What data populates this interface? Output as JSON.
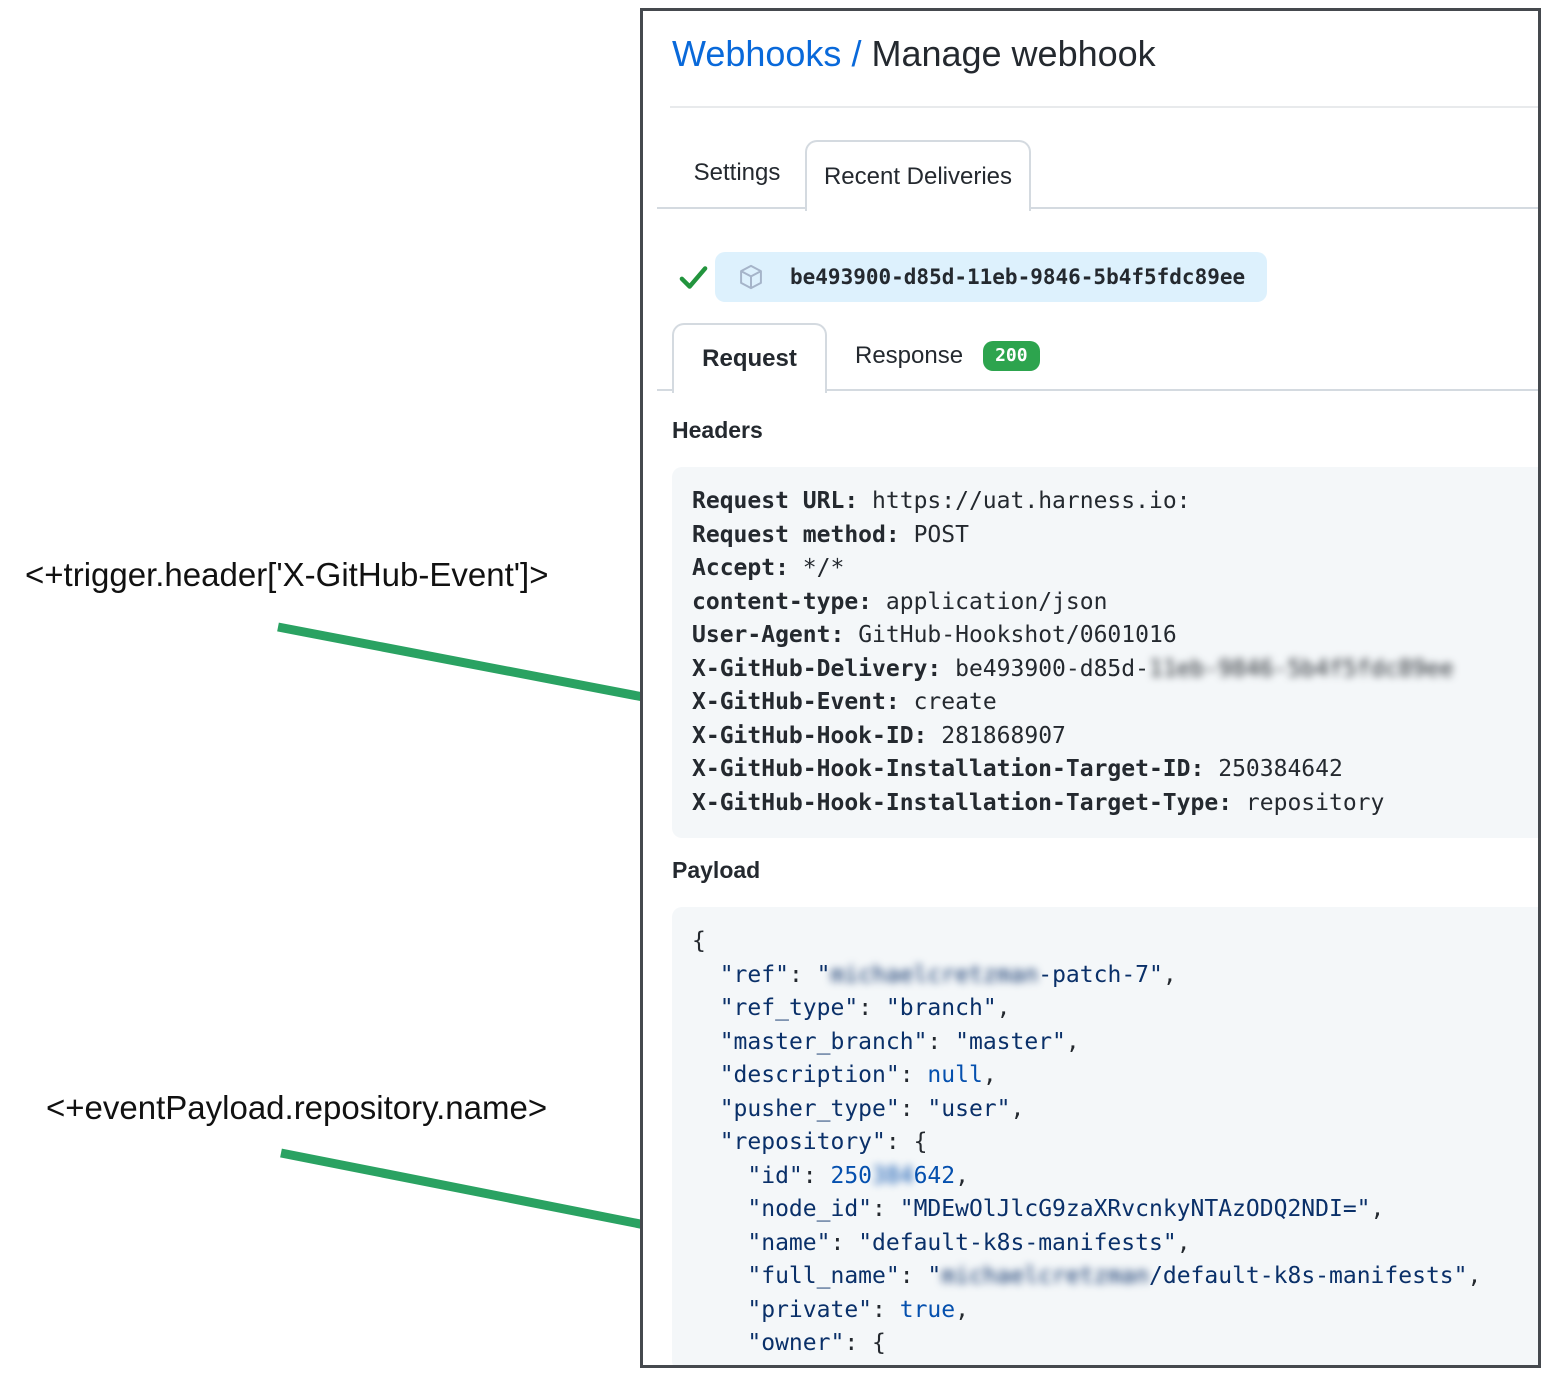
{
  "breadcrumb": {
    "link": "Webhooks",
    "separator": " / ",
    "current": "Manage webhook"
  },
  "tabs": [
    {
      "label": "Settings"
    },
    {
      "label": "Recent Deliveries"
    }
  ],
  "delivery": {
    "status_icon": "check-icon",
    "item_icon": "package-cube-icon",
    "guid": "be493900-d85d-11eb-9846-5b4f5fdc89ee"
  },
  "subtabs": {
    "request": "Request",
    "response": "Response",
    "status": "200"
  },
  "headers_section": {
    "title": "Headers",
    "rows": [
      {
        "key": "Request URL:",
        "value": "https://uat.harness.io:"
      },
      {
        "key": "Request method:",
        "value": "POST"
      },
      {
        "key": "Accept:",
        "value": "*/*"
      },
      {
        "key": "content-type:",
        "value": "application/json"
      },
      {
        "key": "User-Agent:",
        "value": "GitHub-Hookshot/0601016"
      },
      {
        "key": "X-GitHub-Delivery:",
        "value": "be493900-d85d-",
        "redacted": "11eb-9846-5b4f5fdc89ee"
      },
      {
        "key": "X-GitHub-Event:",
        "value": "create"
      },
      {
        "key": "X-GitHub-Hook-ID:",
        "value": "281868907"
      },
      {
        "key": "X-GitHub-Hook-Installation-Target-ID:",
        "value": "250384642"
      },
      {
        "key": "X-GitHub-Hook-Installation-Target-Type:",
        "value": "repository"
      }
    ]
  },
  "payload_section": {
    "title": "Payload",
    "lines": [
      [
        [
          "pl",
          "{"
        ]
      ],
      [
        [
          "pl",
          "  "
        ],
        [
          "st",
          "\"ref\""
        ],
        [
          "pl",
          ": "
        ],
        [
          "st",
          "\""
        ],
        [
          "bst",
          "michaelcretzman"
        ],
        [
          "st",
          "-patch-7\""
        ],
        [
          "pl",
          ","
        ]
      ],
      [
        [
          "pl",
          "  "
        ],
        [
          "st",
          "\"ref_type\""
        ],
        [
          "pl",
          ": "
        ],
        [
          "st",
          "\"branch\""
        ],
        [
          "pl",
          ","
        ]
      ],
      [
        [
          "pl",
          "  "
        ],
        [
          "st",
          "\"master_branch\""
        ],
        [
          "pl",
          ": "
        ],
        [
          "st",
          "\"master\""
        ],
        [
          "pl",
          ","
        ]
      ],
      [
        [
          "pl",
          "  "
        ],
        [
          "st",
          "\"description\""
        ],
        [
          "pl",
          ": "
        ],
        [
          "li",
          "null"
        ],
        [
          "pl",
          ","
        ]
      ],
      [
        [
          "pl",
          "  "
        ],
        [
          "st",
          "\"pusher_type\""
        ],
        [
          "pl",
          ": "
        ],
        [
          "st",
          "\"user\""
        ],
        [
          "pl",
          ","
        ]
      ],
      [
        [
          "pl",
          "  "
        ],
        [
          "st",
          "\"repository\""
        ],
        [
          "pl",
          ": {"
        ]
      ],
      [
        [
          "pl",
          "    "
        ],
        [
          "st",
          "\"id\""
        ],
        [
          "pl",
          ": "
        ],
        [
          "li",
          "250"
        ],
        [
          "bli",
          "384"
        ],
        [
          "li",
          "642"
        ],
        [
          "pl",
          ","
        ]
      ],
      [
        [
          "pl",
          "    "
        ],
        [
          "st",
          "\"node_id\""
        ],
        [
          "pl",
          ": "
        ],
        [
          "st",
          "\"MDEwOlJlcG9zaXRvcnkyNTAzODQ2NDI=\""
        ],
        [
          "pl",
          ","
        ]
      ],
      [
        [
          "pl",
          "    "
        ],
        [
          "st",
          "\"name\""
        ],
        [
          "pl",
          ": "
        ],
        [
          "st",
          "\"default-k8s-manifests\""
        ],
        [
          "pl",
          ","
        ]
      ],
      [
        [
          "pl",
          "    "
        ],
        [
          "st",
          "\"full_name\""
        ],
        [
          "pl",
          ": "
        ],
        [
          "st",
          "\""
        ],
        [
          "bst",
          "michaelcretzman"
        ],
        [
          "st",
          "/default-k8s-manifests\""
        ],
        [
          "pl",
          ","
        ]
      ],
      [
        [
          "pl",
          "    "
        ],
        [
          "st",
          "\"private\""
        ],
        [
          "pl",
          ": "
        ],
        [
          "li",
          "true"
        ],
        [
          "pl",
          ","
        ]
      ],
      [
        [
          "pl",
          "    "
        ],
        [
          "st",
          "\"owner\""
        ],
        [
          "pl",
          ": {"
        ]
      ]
    ]
  },
  "annotations": [
    {
      "text": "<+trigger.header['X-GitHub-Event']>"
    },
    {
      "text": "<+eventPayload.repository.name>"
    }
  ],
  "colors": {
    "link_blue": "#0969da",
    "success_green": "#2da44e",
    "badge_green": "#2da44e",
    "arrow_green": "#2aa262",
    "json_string": "#0a3069",
    "json_literal": "#0550ae",
    "pill_bg": "#ddf1fd",
    "code_bg": "#f4f7f9"
  }
}
